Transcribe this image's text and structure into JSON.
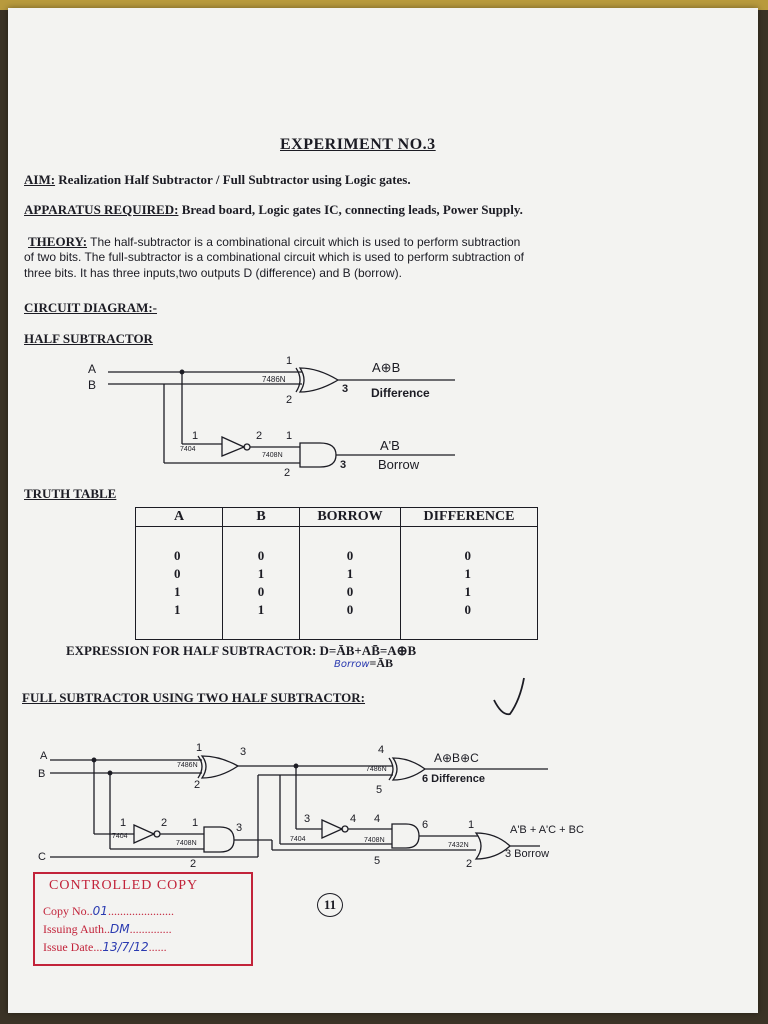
{
  "title": "EXPERIMENT NO.3",
  "aim": {
    "label": "AIM:",
    "text": "Realization Half Subtractor / Full Subtractor using Logic gates."
  },
  "apparatus": {
    "label": "APPARATUS REQUIRED:",
    "text": "Bread board, Logic gates IC, connecting leads, Power Supply."
  },
  "theory": {
    "label": "THEORY:",
    "line1": "The half-subtractor is a combinational circuit which is used to perform subtraction",
    "line2": "of two bits. The full-subtractor is a combinational circuit which is used to perform subtraction of",
    "line3": "three bits. It has three inputs,two outputs D (difference) and B (borrow)."
  },
  "circuit_heading": "CIRCUIT DIAGRAM:-",
  "half_heading": "HALF SUBTRACTOR",
  "half_circuit": {
    "in_a": "A",
    "in_b": "B",
    "xor_ic": "7486N",
    "and_ic": "7408N",
    "not_ic": "7404",
    "pin1": "1",
    "pin2": "2",
    "pin3": "3",
    "out1": "A⊕B",
    "out1_name": "Difference",
    "out2": "A'B",
    "out2_name": "Borrow"
  },
  "truth_heading": "TRUTH TABLE",
  "truth_table": {
    "headers": [
      "A",
      "B",
      "BORROW",
      "DIFFERENCE"
    ],
    "columns": [
      [
        "0",
        "0",
        "1",
        "1"
      ],
      [
        "0",
        "1",
        "0",
        "1"
      ],
      [
        "0",
        "1",
        "0",
        "0"
      ],
      [
        "0",
        "1",
        "1",
        "0"
      ]
    ]
  },
  "expression": {
    "text": "EXPRESSION FOR HALF SUBTRACTOR: D=ĀB+AB̄=A⊕B",
    "borrow_handwritten": "Borrow",
    "borrow_eq": "=ĀB"
  },
  "full_heading": "FULL SUBTRACTOR USING TWO HALF SUBTRACTOR:",
  "full_circuit": {
    "in_a": "A",
    "in_b": "B",
    "in_c": "C",
    "xor1_ic": "7486N",
    "xor2_ic": "7486N",
    "not1_ic": "7404",
    "not2_ic": "7404",
    "and1_ic": "7408N",
    "and2_ic": "7408N",
    "or_ic": "7432N",
    "p1": "1",
    "p2": "2",
    "p3": "3",
    "p4": "4",
    "p5": "5",
    "p6": "6",
    "out_diff": "A⊕B⊕C",
    "diff_label": "6 Difference",
    "out_borrow": "A'B + A'C + BC",
    "borrow_label": "3 Borrow"
  },
  "stamp": {
    "title": "CONTROLLED COPY",
    "copy_no": "Copy No..",
    "copy_no_val": "01",
    "issuing": "Issuing Auth..",
    "issuing_val": "DM",
    "issue_date": "Issue Date...",
    "issue_date_val": "13/7/12"
  },
  "page_number": "11",
  "colors": {
    "paper": "#f3f3f1",
    "ink": "#1c1c24",
    "stamp": "#c2233a",
    "pen": "#2a3ab0"
  }
}
